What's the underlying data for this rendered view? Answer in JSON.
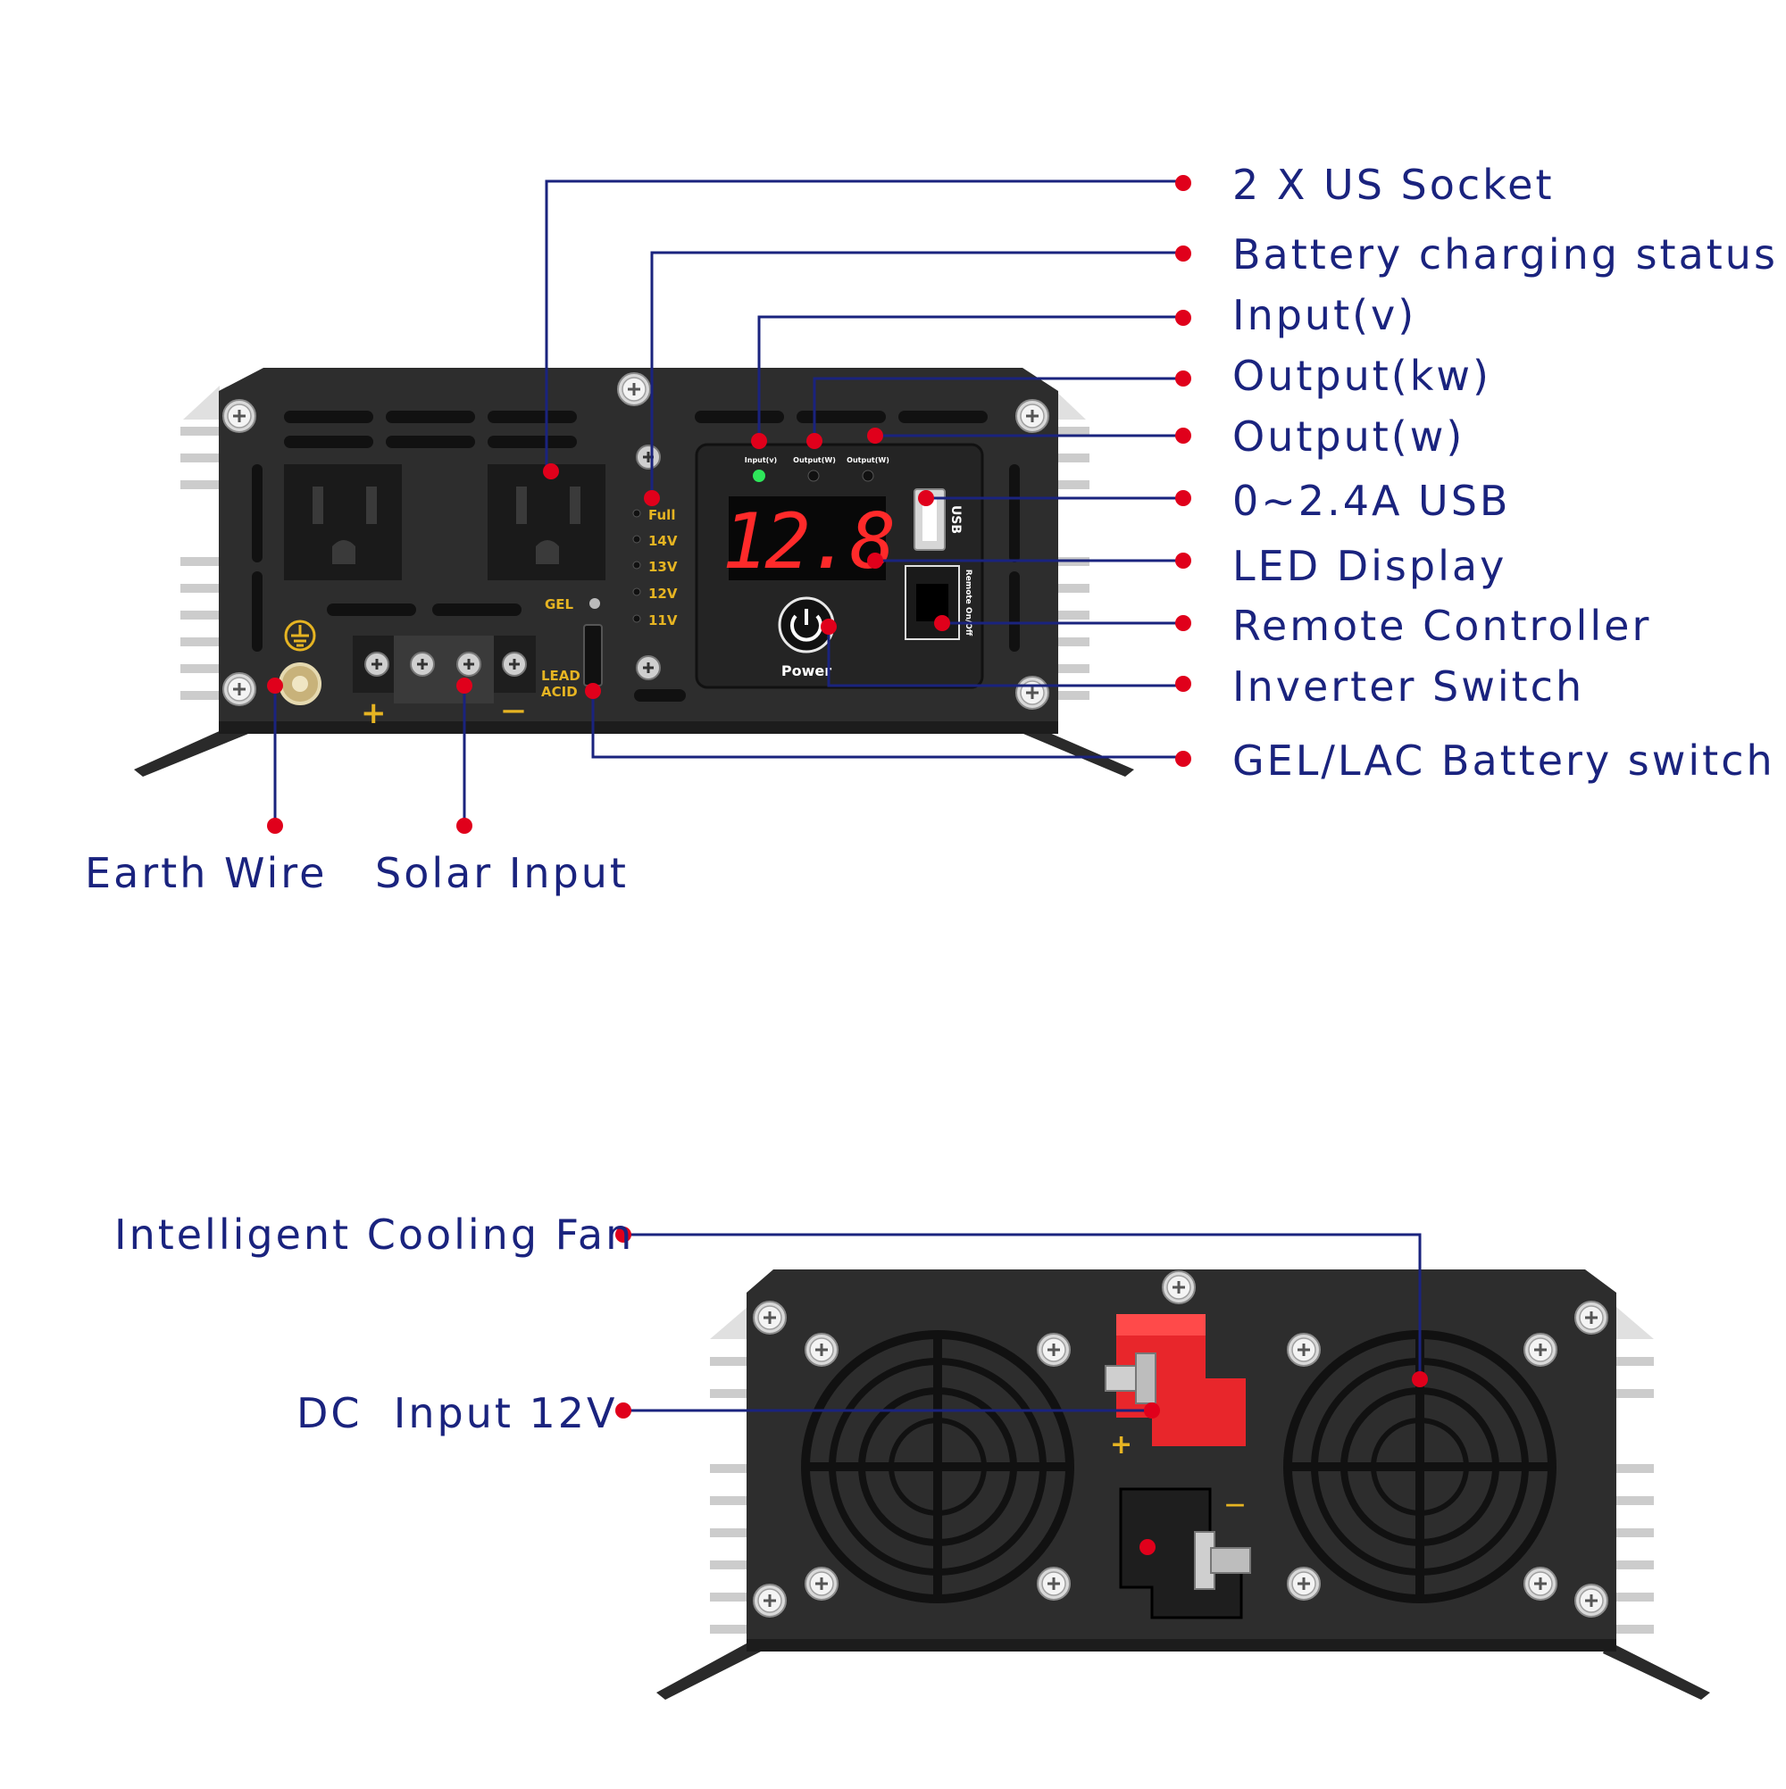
{
  "callouts": {
    "us_socket": "2 X US Socket",
    "charging_status": "Battery charging status",
    "input_v": "Input(v)",
    "output_kw": "Output(kw)",
    "output_w": "Output(w)",
    "usb": "0~2.4A USB",
    "led_display": "LED Display",
    "remote": "Remote Controller",
    "inverter_switch": "Inverter Switch",
    "battery_switch": "GEL/LAC Battery switch",
    "earth_wire": "Earth Wire",
    "solar_input": "Solar Input",
    "cooling_fan": "Intelligent Cooling Fan",
    "dc_input": "DC  Input 12V"
  },
  "front_panel": {
    "levels": [
      "Full",
      "14V",
      "13V",
      "12V",
      "11V"
    ],
    "gel": "GEL",
    "lead": "LEAD",
    "acid": "ACID",
    "display_value": "12.8",
    "ind_input": "Input(v)",
    "ind_output_1": "Output(W)",
    "ind_output_2": "Output(W)",
    "usb_label": "USB",
    "remote_label": "Remote On/Off",
    "power_label": "Power",
    "plus": "+",
    "minus": "—"
  },
  "rear_panel": {
    "plus": "+",
    "minus": "—"
  },
  "colors": {
    "callout_text": "#1a237e",
    "leader_line": "#1a237e",
    "dot": "#e0001b",
    "body": "#2b2b2b",
    "panel_text": "#e6b422",
    "led_digits": "#ff2a2a",
    "red_cap": "#e8262b"
  }
}
